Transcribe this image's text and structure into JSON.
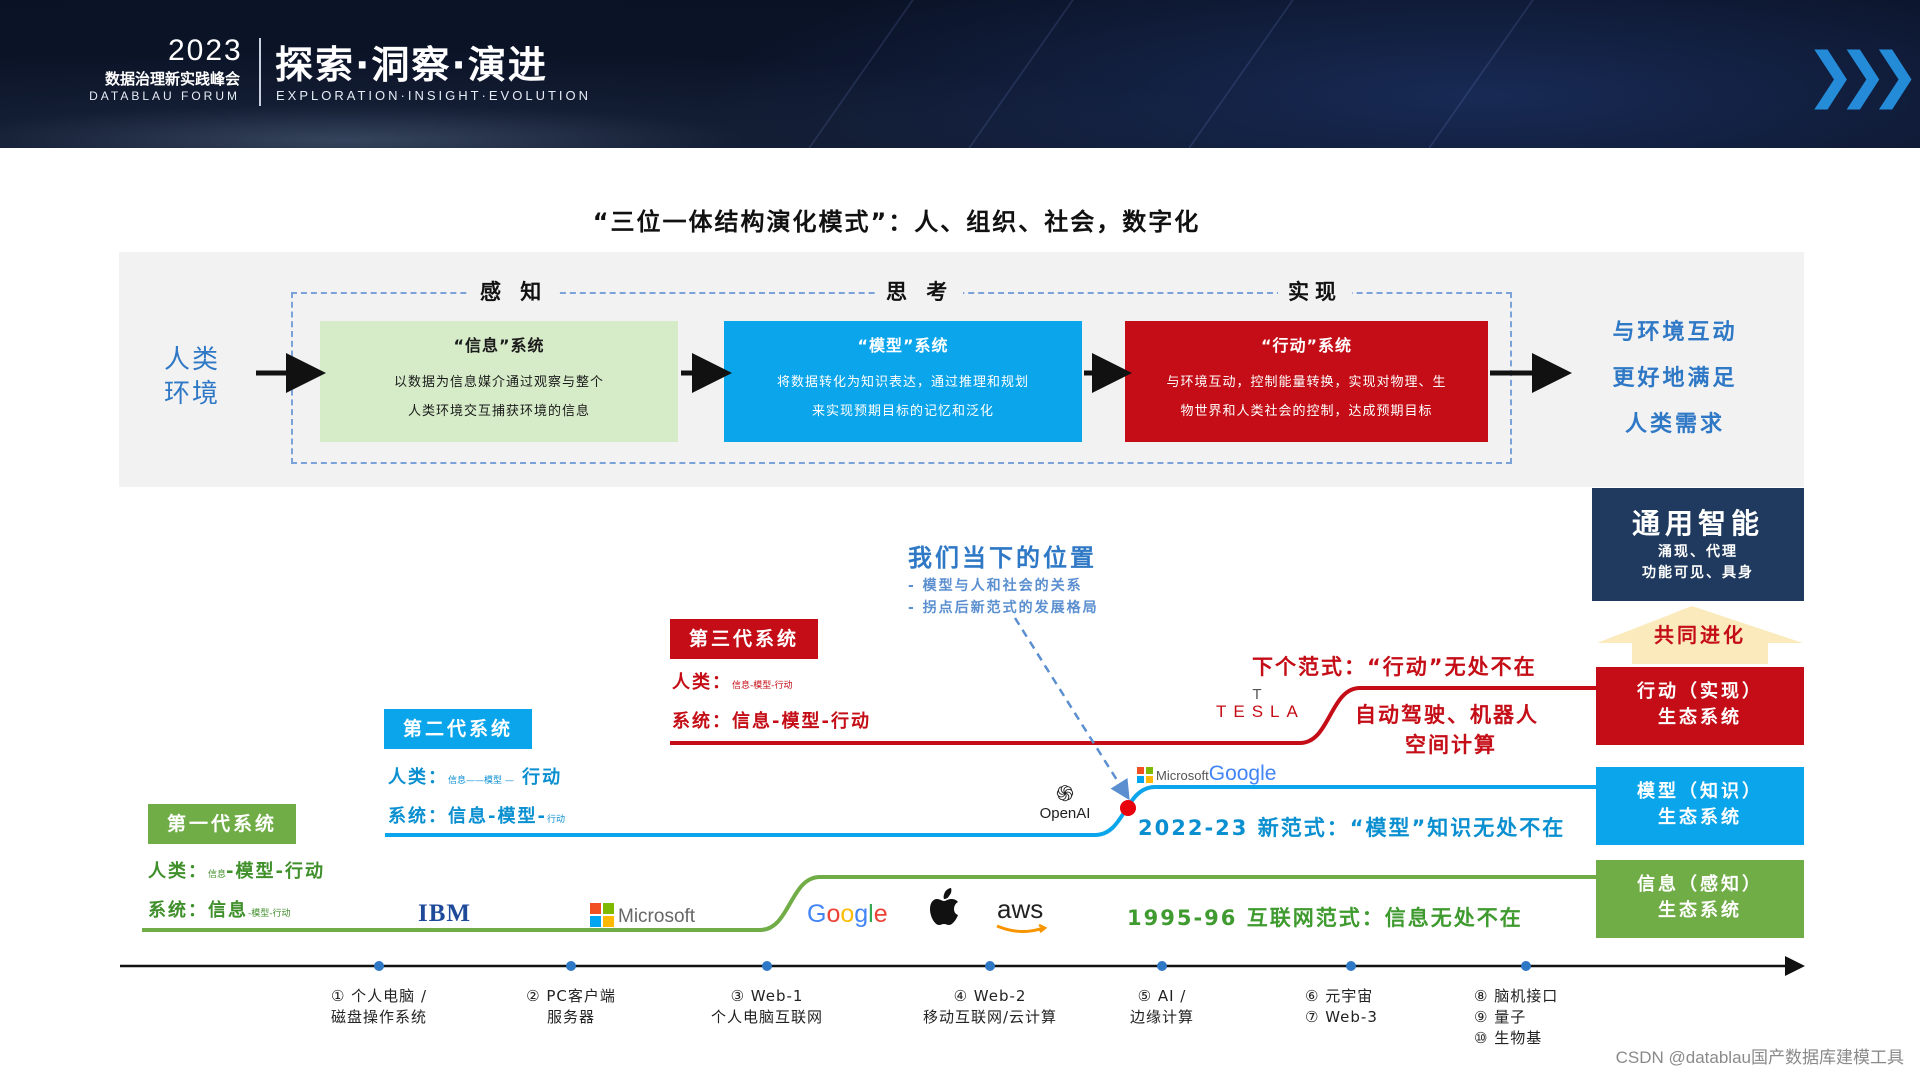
{
  "banner": {
    "year": "2023",
    "subtitle_cn": "数据治理新实践峰会",
    "subtitle_en": "DATABLAU FORUM",
    "title": "探索·洞察·演进",
    "title_en": "EXPLORATION·INSIGHT·EVOLUTION"
  },
  "main_title": "“三位一体结构演化模式”：人、组织、社会，数字化",
  "top": {
    "left_caption": [
      "人类",
      "环境"
    ],
    "phases": [
      "感 知",
      "思 考",
      "实现"
    ],
    "boxes": [
      {
        "title": "“信息”系统",
        "lines": [
          "以数据为信息媒介通过观察与整个",
          "人类环境交互捕获环境的信息"
        ]
      },
      {
        "title": "“模型”系统",
        "lines": [
          "将数据转化为知识表达，通过推理和规划",
          "来实现预期目标的记忆和泛化"
        ]
      },
      {
        "title": "“行动”系统",
        "lines": [
          "与环境互动，控制能量转换，实现对物理、生",
          "物世界和人类社会的控制，达成预期目标"
        ]
      }
    ],
    "right_caption": [
      "与环境互动",
      "更好地满足",
      "人类需求"
    ]
  },
  "generations": {
    "gen1": {
      "badge": "第一代系统",
      "human_prefix": "人类：",
      "human_small": "信息",
      "human_main": "-模型-行动",
      "system_prefix": "系统：",
      "system_main": "信息",
      "system_small": "-模型-行动"
    },
    "gen2": {
      "badge": "第二代系统",
      "human_prefix": "人类：",
      "human_small": "信息——模型 —",
      "human_main": "行动",
      "system_prefix": "系统：",
      "system_main": "信息-模型-",
      "system_small": "行动"
    },
    "gen3": {
      "badge": "第三代系统",
      "human_prefix": "人类：",
      "human_small": "信息-模型-行动",
      "system_prefix": "系统：",
      "system_main": "信息-模型-行动"
    }
  },
  "position": {
    "title": "我们当下的位置",
    "bullets": [
      "- 模型与人和社会的关系",
      "- 拐点后新范式的发展格局"
    ]
  },
  "eras": {
    "internet": "1995-96  互联网范式：信息无处不在",
    "model": "2022-23  新范式：“模型”知识无处不在",
    "action": "下个范式：“行动”无处不在",
    "action_sub": [
      "自动驾驶、机器人",
      "空间计算"
    ]
  },
  "logos": {
    "ibm": "IBM",
    "microsoft": "Microsoft",
    "google": [
      "G",
      "o",
      "o",
      "g",
      "l",
      "e"
    ],
    "aws": "aws",
    "openai": "OpenAI",
    "ms_google_ms": "Microsoft",
    "ms_google_g": "Google",
    "tesla": "TESLA",
    "google_colors": [
      "#4285F4",
      "#EA4335",
      "#FBBC05",
      "#4285F4",
      "#34A853",
      "#EA4335"
    ]
  },
  "ecosystems": {
    "agi_title": "通用智能",
    "agi_lines": [
      "涌现、代理",
      "功能可见、具身"
    ],
    "co_evolution": "共同进化",
    "action": [
      "行动（实现）",
      "生态系统"
    ],
    "model": [
      "模型（知识）",
      "生态系统"
    ],
    "info": [
      "信息（感知）",
      "生态系统"
    ]
  },
  "timeline": [
    [
      "① 个人电脑 /",
      "磁盘操作系统"
    ],
    [
      "② PC客户端",
      "服务器"
    ],
    [
      "③ Web-1",
      "个人电脑互联网"
    ],
    [
      "④ Web-2",
      "移动互联网/云计算"
    ],
    [
      "⑤ AI /",
      "边缘计算"
    ],
    [
      "⑥ 元宇宙",
      "⑦ Web-3"
    ],
    [
      "⑧ 脑机接口",
      "⑨ 量子",
      "⑩ 生物基"
    ]
  ],
  "colors": {
    "green": "#70ad47",
    "blue": "#0aa5ea",
    "red": "#c40d16",
    "navy": "#1f3a5e",
    "accent_blue": "#2e78c6"
  },
  "watermark": "CSDN @datablau国产数据库建模工具"
}
